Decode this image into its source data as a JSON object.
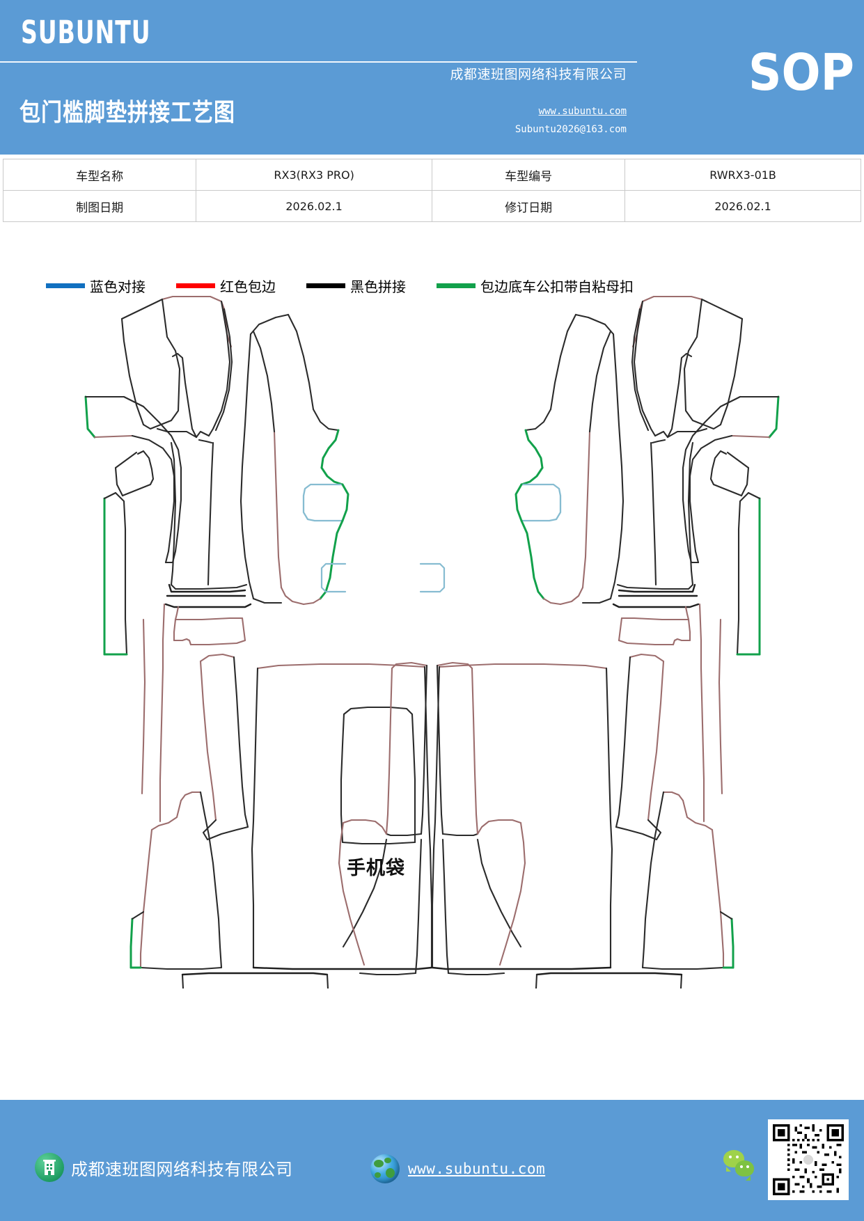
{
  "header": {
    "brand": "SUBUNTU",
    "doc_title": "包门槛脚垫拼接工艺图",
    "company_cn": "成都速班图网络科技有限公司",
    "website": "www.subuntu.com",
    "email": "Subuntu2026@163.com",
    "badge": "SOP"
  },
  "info_table": {
    "rows": [
      {
        "label1": "车型名称",
        "value1": "RX3(RX3 PRO)",
        "label2": "车型编号",
        "value2": "RWRX3-01B"
      },
      {
        "label1": "制图日期",
        "value1": "2026.02.1",
        "label2": "修订日期",
        "value2": "2026.02.1"
      }
    ]
  },
  "legend": {
    "items": [
      {
        "label": "蓝色对接",
        "color": "#1170c0"
      },
      {
        "label": "红色包边",
        "color": "#fe0000"
      },
      {
        "label": "黑色拼接",
        "color": "#000000"
      },
      {
        "label": "包边底车公扣带自粘母扣",
        "color": "#12a14b"
      }
    ]
  },
  "drawing": {
    "pocket_label": "手机袋",
    "stroke_colors": {
      "red_edge": "#9c6d6d",
      "black_seam": "#1f1f1f",
      "green_hook": "#12a14b",
      "blue_butt": "#86bcd1"
    }
  },
  "footer": {
    "company_name": "成都速班图网络科技有限公司",
    "url": "www.subuntu.com",
    "icons": {
      "building": "building-icon",
      "globe": "globe-icon",
      "wechat": "wechat-icon",
      "qr": "qr-code"
    }
  }
}
